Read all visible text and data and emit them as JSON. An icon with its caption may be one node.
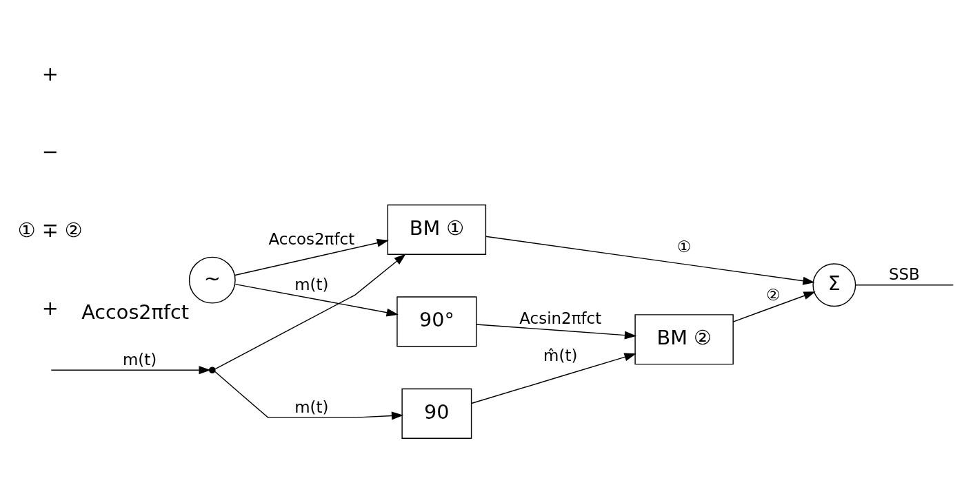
{
  "diagram": {
    "nodes": [
      {
        "text": [
          "BM ①"
        ]
      },
      {
        "text": [
          "BM ②"
        ]
      },
      {
        "text": [
          "90"
        ]
      },
      {
        "text": [
          "90°"
        ]
      },
      {
        "text": [
          "~"
        ],
        "beside": [
          "Accos2πfct"
        ]
      },
      {
        "text": [
          "Σ"
        ]
      },
      {
        "text": [],
        "shape": "point"
      }
    ],
    "edges": [
      {
        "from": null,
        "to": 6,
        "arrow": "to",
        "label": "m(t)"
      },
      {
        "from": 6,
        "to": 0,
        "arrow": "to",
        "label": "m(t)"
      },
      {
        "from": 6,
        "to": 2,
        "arrow": "to",
        "label": "m(t)"
      },
      {
        "from": 2,
        "to": 1,
        "arrow": "to",
        "label": "m̂(t)"
      },
      {
        "from": 4,
        "to": 0,
        "arrow": "to",
        "label": "Accos2πfct"
      },
      {
        "from": 4,
        "to": 3,
        "arrow": "to"
      },
      {
        "from": 3,
        "to": 1,
        "arrow": "to",
        "label": "Acsin2πfct"
      },
      {
        "from": 0,
        "to": 5,
        "arrow": "to",
        "label": "①"
      },
      {
        "from": 1,
        "to": 5,
        "arrow": "to",
        "label": "②"
      },
      {
        "from": 5,
        "to": null,
        "arrow": "none",
        "label": "SSB"
      }
    ],
    "labels": [
      "+",
      "① ∓ ②",
      "−",
      "+"
    ]
  }
}
